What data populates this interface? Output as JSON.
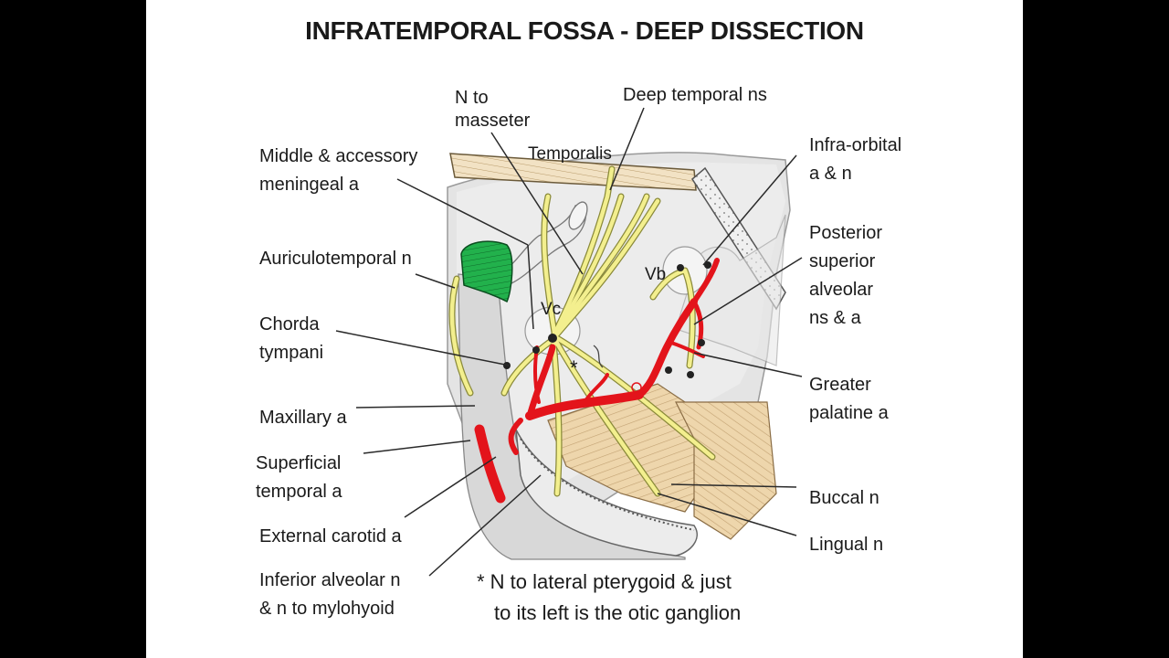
{
  "title": "INFRATEMPORAL FOSSA - DEEP DISSECTION",
  "labels": {
    "n_to_masseter": [
      "N to",
      "masseter"
    ],
    "deep_temporal": "Deep temporal ns",
    "temporalis": "Temporalis",
    "middle_meningeal": [
      "Middle & accessory",
      "meningeal a"
    ],
    "infra_orbital": [
      "Infra-orbital",
      "a & n"
    ],
    "auriculotemporal": "Auriculotemporal n",
    "posterior_superior_alveolar": [
      "Posterior",
      "superior",
      "alveolar",
      "ns & a"
    ],
    "vb": "Vb",
    "vc": "Vc",
    "asterisk": "*",
    "chorda_tympani": [
      "Chorda",
      "tympani"
    ],
    "greater_palatine": [
      "Greater",
      "palatine a"
    ],
    "maxillary": "Maxillary a",
    "superficial_temporal": [
      "Superficial",
      "temporal a"
    ],
    "buccal": "Buccal n",
    "external_carotid": "External carotid a",
    "lingual": "Lingual n",
    "inferior_alveolar": [
      "Inferior alveolar n",
      "& n to mylohyoid"
    ]
  },
  "footnote": [
    "* N to lateral pterygoid & just",
    "to its left is the otic ganglion"
  ],
  "colors": {
    "artery": "#e3141b",
    "nerve": "#f3ef8e",
    "nerve_outline": "#8a8a3a",
    "temporalis_band": "#f2e2c4",
    "muscle": "#eed6ac",
    "bone": "#e2e2e2",
    "condyle": "#22b14c",
    "leader_line": "#2a2a2a"
  }
}
